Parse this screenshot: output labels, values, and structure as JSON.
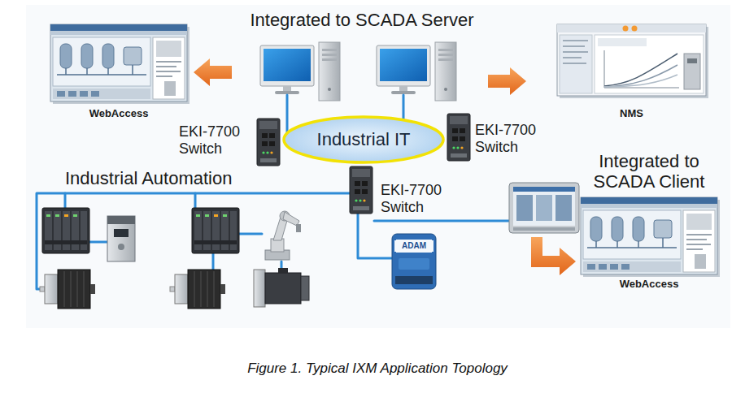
{
  "diagram": {
    "caption": "Figure 1. Typical IXM Application Topology",
    "nodes": [
      {
        "text": [
          "WebAccess"
        ]
      },
      {
        "text": [
          "NMS"
        ]
      },
      {
        "text": [
          "EKI-7700 Switch"
        ]
      },
      {
        "text": [
          "Industrial IT"
        ]
      },
      {
        "text": [
          "EKI-7700 Switch"
        ]
      },
      {
        "text": [
          "EKI-7700 Switch"
        ]
      },
      {
        "text": [
          "WebAccess"
        ]
      }
    ],
    "labels": [
      "Integrated to SCADA Server",
      "Integrated to SCADA Client",
      "Industrial Automation",
      "ADAM"
    ]
  }
}
